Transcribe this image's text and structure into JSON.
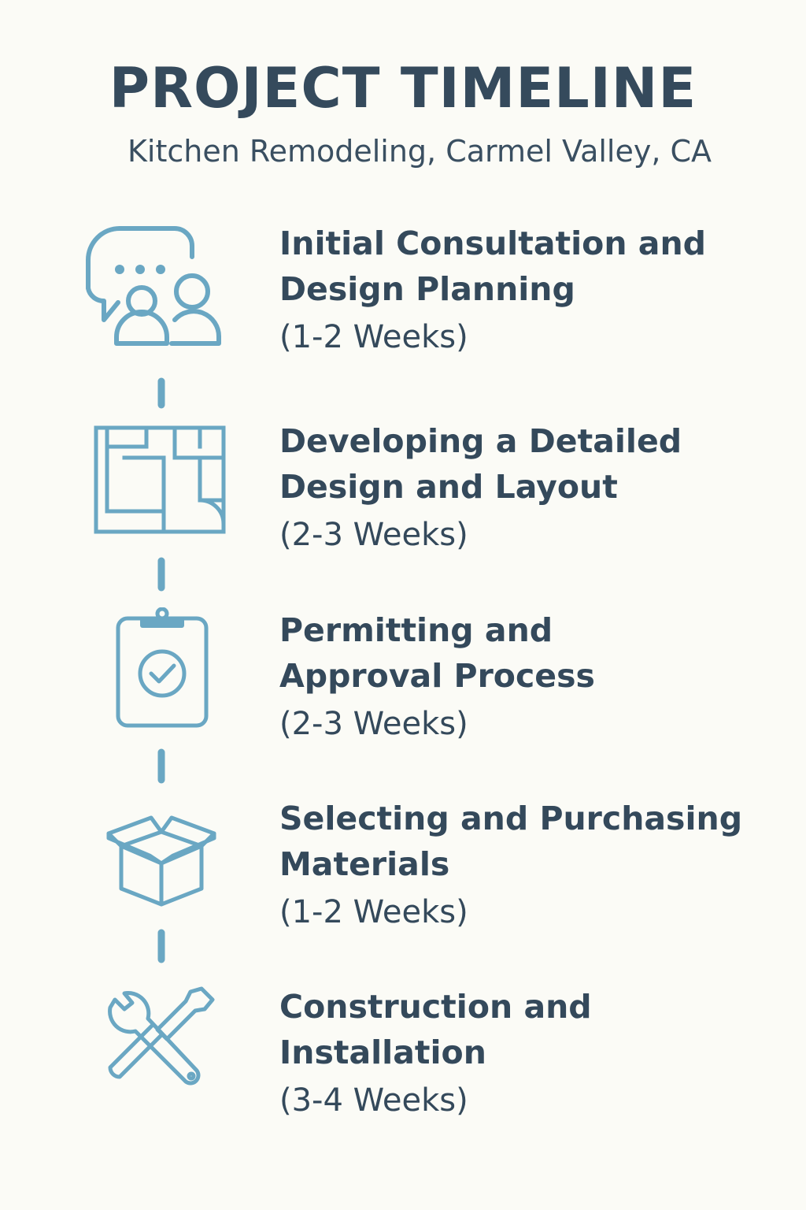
{
  "header": {
    "title": "PROJECT TIMELINE",
    "subtitle": "Kitchen Remodeling, Carmel Valley, CA"
  },
  "colors": {
    "icon": "#6aa7c3",
    "text": "#34495b",
    "background": "#fbfbf6"
  },
  "steps": [
    {
      "title_line1": "Initial Consultation and",
      "title_line2": "Design Planning",
      "duration": "(1-2 Weeks)",
      "icon": "consultation-chat-people-icon"
    },
    {
      "title_line1": "Developing a Detailed",
      "title_line2": "Design and Layout",
      "duration": "(2-3 Weeks)",
      "icon": "floor-plan-icon"
    },
    {
      "title_line1": "Permitting and",
      "title_line2": "Approval Process",
      "duration": "(2-3 Weeks)",
      "icon": "clipboard-check-icon"
    },
    {
      "title_line1": "Selecting and Purchasing",
      "title_line2": "Materials",
      "duration": "(1-2 Weeks)",
      "icon": "open-box-icon"
    },
    {
      "title_line1": "Construction and",
      "title_line2": "Installation",
      "duration": "(3-4 Weeks)",
      "icon": "wrench-screwdriver-icon"
    }
  ]
}
